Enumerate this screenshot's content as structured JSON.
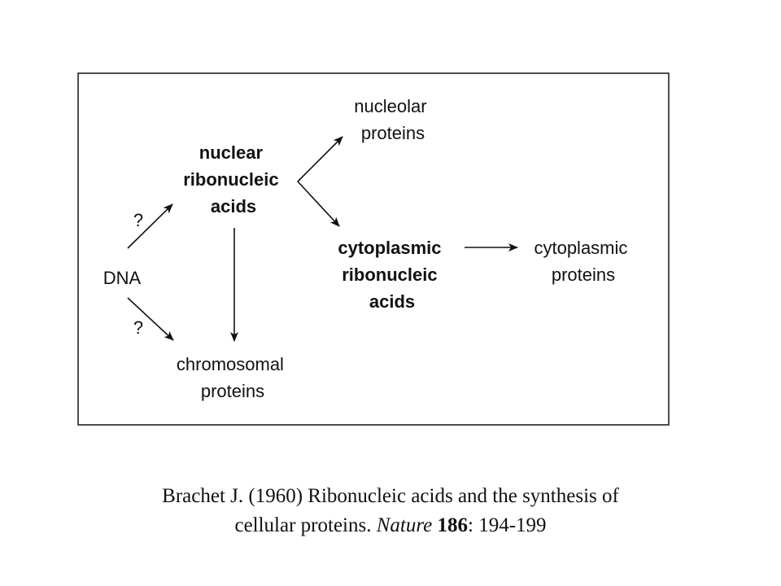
{
  "diagram": {
    "nodes": {
      "dna": {
        "lines": [
          "DNA"
        ],
        "bold": false
      },
      "nuclear_rna": {
        "lines": [
          "nuclear",
          "ribonucleic",
          "acids"
        ],
        "bold": true
      },
      "nucleolar_proteins": {
        "lines": [
          "nucleolar",
          "proteins"
        ],
        "bold": false
      },
      "cytoplasmic_rna": {
        "lines": [
          "cytoplasmic",
          "ribonucleic",
          "acids"
        ],
        "bold": true
      },
      "cytoplasmic_proteins": {
        "lines": [
          "cytoplasmic",
          "proteins"
        ],
        "bold": false
      },
      "chromosomal_proteins": {
        "lines": [
          "chromosomal",
          "proteins"
        ],
        "bold": false
      }
    },
    "arrows": [
      {
        "from": "dna",
        "to": "nuclear_rna",
        "label": "?"
      },
      {
        "from": "dna",
        "to": "chromosomal_proteins",
        "label": "?"
      },
      {
        "from": "nuclear_rna",
        "to": "nucleolar_proteins",
        "label": ""
      },
      {
        "from": "nuclear_rna",
        "to": "cytoplasmic_rna",
        "label": ""
      },
      {
        "from": "nuclear_rna",
        "to": "chromosomal_proteins",
        "label": ""
      },
      {
        "from": "cytoplasmic_rna",
        "to": "cytoplasmic_proteins",
        "label": ""
      }
    ]
  },
  "caption": {
    "line1": "Brachet J. (1960) Ribonucleic acids and the synthesis of",
    "line2_prefix": "cellular proteins. ",
    "journal": "Nature",
    "volume": "186",
    "pages": ": 194-199"
  }
}
